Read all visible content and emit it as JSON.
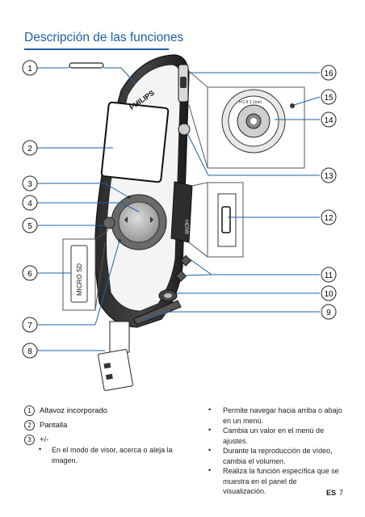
{
  "page": {
    "title": "Descripción de las funciones",
    "lang": "ES",
    "number": "7"
  },
  "callouts": [
    "1",
    "2",
    "3",
    "4",
    "5",
    "6",
    "7",
    "8",
    "9",
    "10",
    "11",
    "12",
    "13",
    "14",
    "15",
    "16"
  ],
  "device": {
    "brand": "PHILIPS",
    "microsd_label": "MICRO SD",
    "hdmi_label": "HDMI",
    "lens_ring_text": "f=2.8  3.2mm"
  },
  "legend": {
    "item1_num": "1",
    "item1_text": "Altavoz incorporado",
    "item2_num": "2",
    "item2_text": "Pantalla",
    "item3_num": "3",
    "item3_text": "+/-",
    "item3_bullet": "En el modo de visor, acerca o aleja la imagen.",
    "right_bullets": [
      "Permite navegar hacia arriba o abajo en un menú.",
      "Cambia un valor en el menú de ajustes.",
      "Durante la reproducción de vídeo, cambia el volumen.",
      "Realiza la función específica que se muestra en el panel de visualización."
    ]
  }
}
